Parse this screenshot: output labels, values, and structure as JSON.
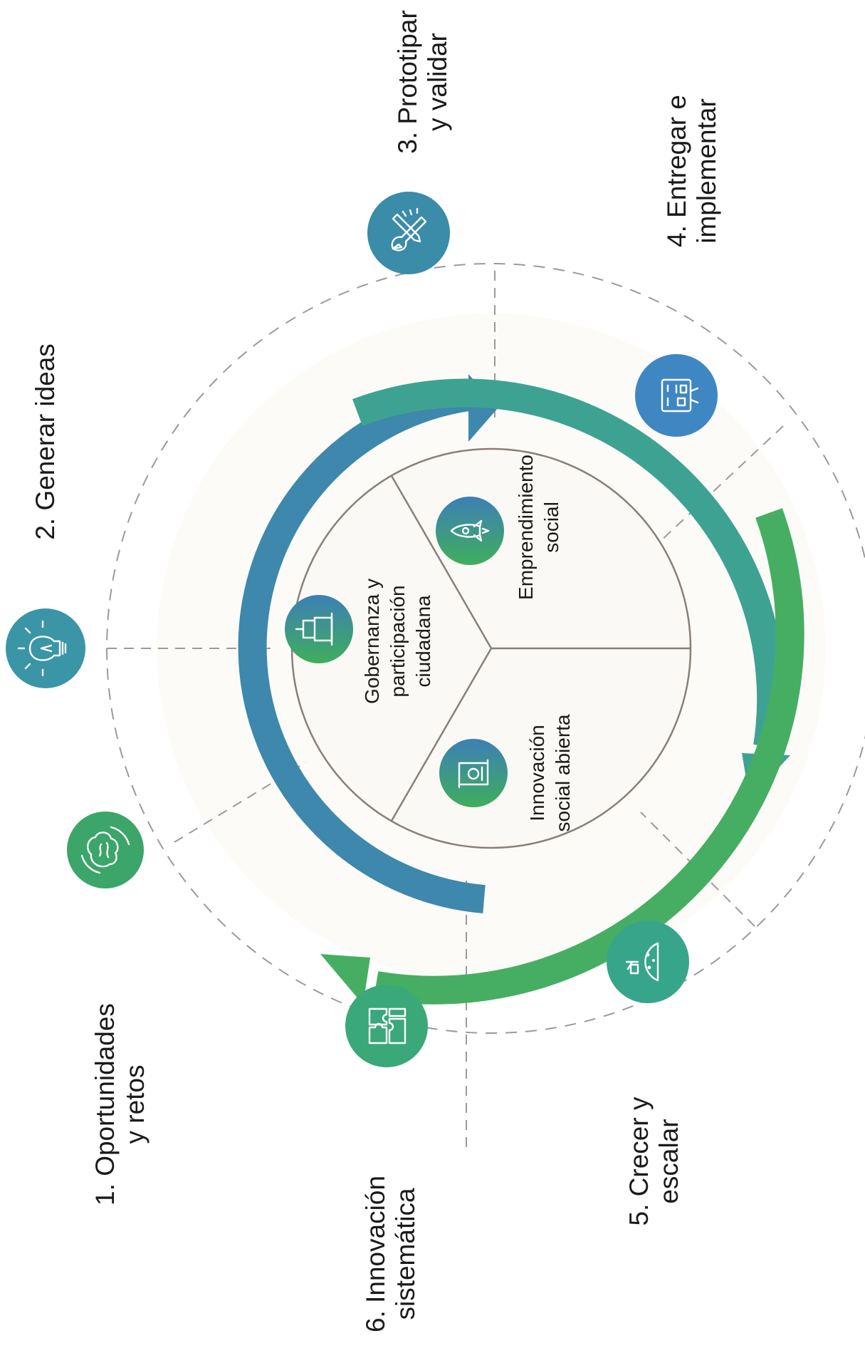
{
  "stages": [
    {
      "number": "1.",
      "line1": "Oportunidades",
      "line2": "y retos",
      "icon": "brain-cycle-icon",
      "color": "#3ba56a"
    },
    {
      "number": "2.",
      "line1": "Generar ideas",
      "line2": "",
      "icon": "lightbulb-icon",
      "color": "#3a95a6"
    },
    {
      "number": "3.",
      "line1": "Prototipar",
      "line2": "y validar",
      "icon": "wrench-pencil-icon",
      "color": "#3a8ca8"
    },
    {
      "number": "4.",
      "line1": "Entregar e",
      "line2": "implementar",
      "icon": "board-icon",
      "color": "#3f87c2"
    },
    {
      "number": "5.",
      "line1": "Crecer y",
      "line2": "escalar",
      "icon": "globe-plant-icon",
      "color": "#37a58a"
    },
    {
      "number": "6.",
      "line1": "Innovación",
      "line2": "sistemática",
      "icon": "puzzle-icon",
      "color": "#3aa879"
    }
  ],
  "sectors": [
    {
      "lines": [
        "Gobernanza y",
        "participación",
        "ciudadana"
      ],
      "icon": "hand-pen-icon"
    },
    {
      "lines": [
        "Emprendimiento",
        "social"
      ],
      "icon": "rocket-icon"
    },
    {
      "lines": [
        "Innovación",
        "social abierta"
      ],
      "icon": "scroll-icon"
    }
  ],
  "colors": {
    "arrow_blue": "#3d88ac",
    "arrow_teal": "#3ea293",
    "arrow_green": "#46ae63",
    "dashed": "#9a9a9a",
    "inner_circle": "#8a7f78",
    "sector_bg": "#fbf9f5"
  }
}
